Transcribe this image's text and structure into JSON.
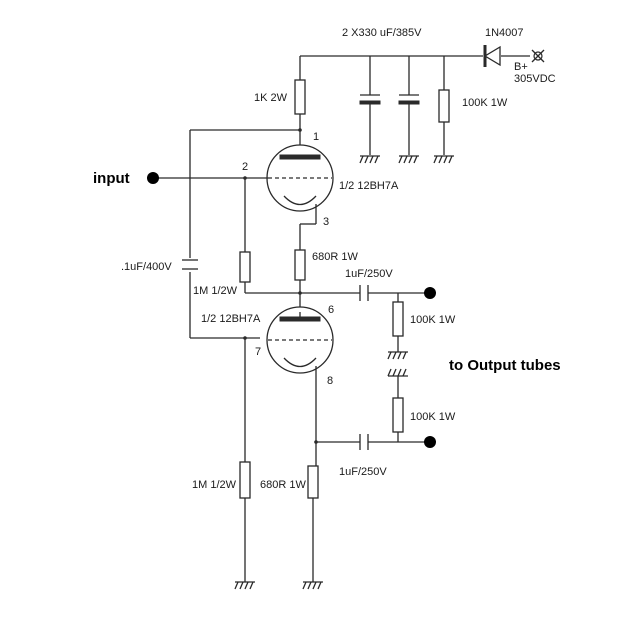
{
  "labels": {
    "caps_top": "2 X330 uF/385V",
    "diode": "1N4007",
    "bplus": "B+",
    "supply_voltage": "305VDC",
    "r_1k": "1K 2W",
    "r_100k_top": "100K 1W",
    "pin1": "1",
    "pin2": "2",
    "pin3": "3",
    "pin6": "6",
    "pin7": "7",
    "pin8": "8",
    "input": "input",
    "tube_top": "1/2 12BH7A",
    "tube_bottom": "1/2 12BH7A",
    "r_680_top": "680R 1W",
    "cap_coupling_top": "1uF/250V",
    "cap_bootstrap": ".1uF/400V",
    "r_1m_top": "1M 1/2W",
    "r_100k_mid": "100K 1W",
    "output_label": "to Output tubes",
    "r_100k_low": "100K 1W",
    "cap_coupling_bottom": "1uF/250V",
    "r_1m_bottom": "1M 1/2W",
    "r_680_bottom": "680R 1W"
  }
}
